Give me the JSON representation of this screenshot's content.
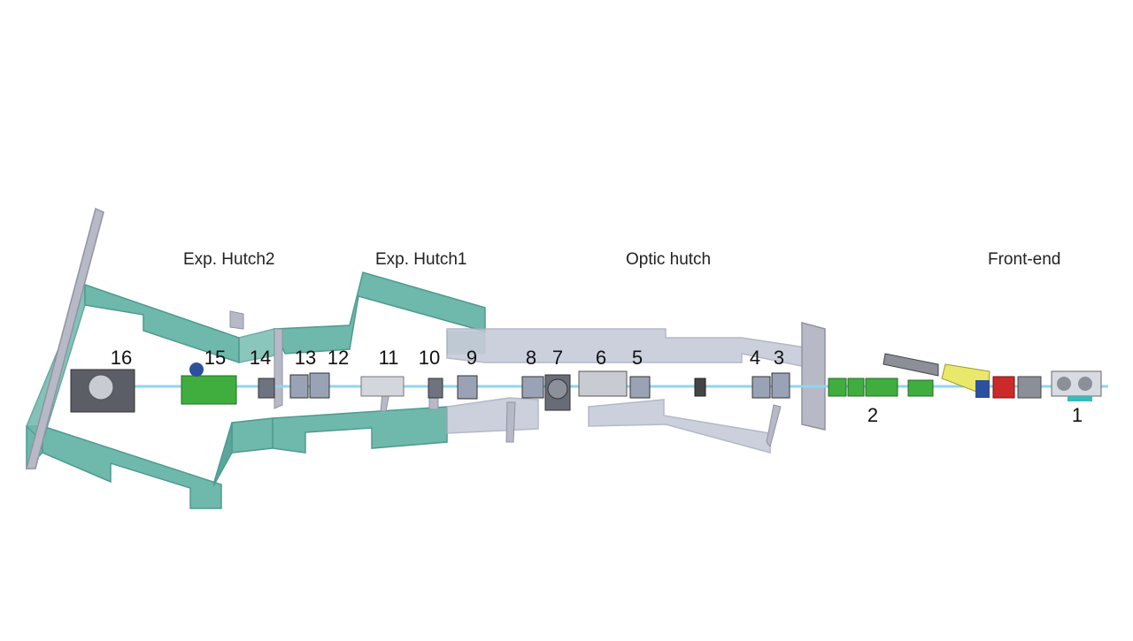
{
  "sections": [
    {
      "id": "exp-hutch2",
      "label": "Exp. Hutch2"
    },
    {
      "id": "exp-hutch1",
      "label": "Exp. Hutch1"
    },
    {
      "id": "optic-hutch",
      "label": "Optic hutch"
    },
    {
      "id": "front-end",
      "label": "Front-end"
    }
  ],
  "components": [
    "16",
    "15",
    "14",
    "13",
    "12",
    "11",
    "10",
    "9",
    "8",
    "7",
    "6",
    "5",
    "4",
    "3",
    "2",
    "1"
  ],
  "colors": {
    "hutch_wall_teal": "#6fb8ac",
    "hutch_wall_teal_dark": "#4f9a8f",
    "optic_wall_grey": "#c3c8d6",
    "optic_wall_grey_dark": "#a7adbf",
    "shield_wall": "#b7bac6",
    "beam": "#8fd6ee",
    "stand_green": "#3fae3f",
    "magnet_yellow": "#e9e86a",
    "magnet_red": "#cc2a2a",
    "component_blue": "#2c4f9e",
    "equipment_grey": "#8a8f98"
  }
}
